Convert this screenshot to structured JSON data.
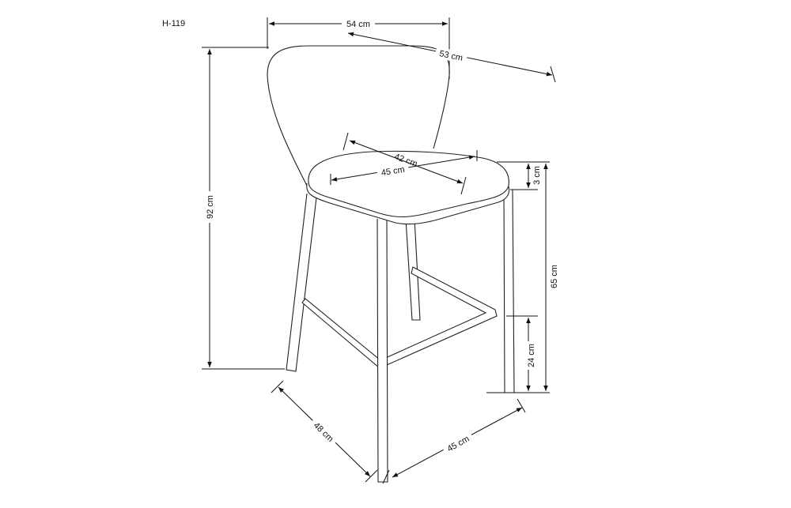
{
  "product_code": "H-119",
  "dimensions": {
    "back_width": "54 cm",
    "depth_top": "53 cm",
    "total_height": "92 cm",
    "seat_depth": "42 cm",
    "seat_width": "45 cm",
    "seat_thickness": "3 cm",
    "seat_height": "65 cm",
    "footrest_height": "24 cm",
    "base_depth": "48 cm",
    "base_width": "45 cm"
  },
  "colors": {
    "line": "#111111",
    "background": "#ffffff"
  }
}
